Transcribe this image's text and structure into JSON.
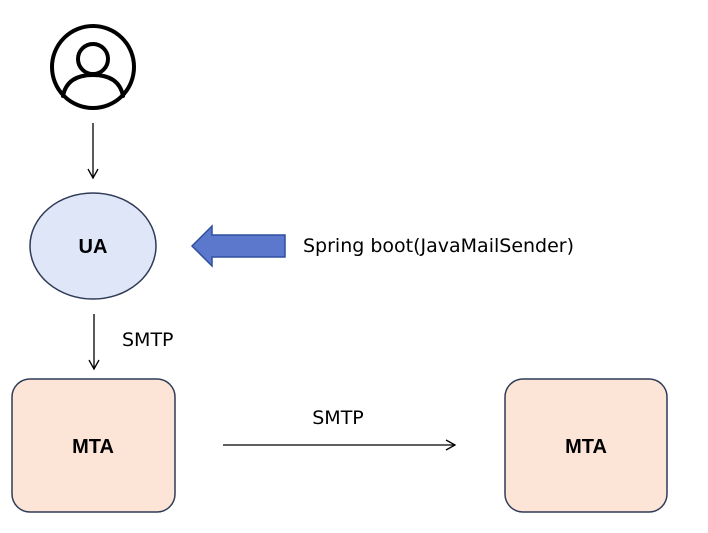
{
  "nodes": {
    "user": {
      "icon": "user-icon"
    },
    "ua": {
      "label": "UA"
    },
    "mta_left": {
      "label": "MTA"
    },
    "mta_right": {
      "label": "MTA"
    }
  },
  "edges": {
    "ua_to_mta": {
      "label": "SMTP"
    },
    "mta_to_mta": {
      "label": "SMTP"
    }
  },
  "annotation": {
    "label": "Spring boot(JavaMailSender)"
  },
  "colors": {
    "ua_fill": "#dee6f7",
    "ua_stroke": "#2f3b57",
    "mta_fill": "#fce4d6",
    "mta_stroke": "#2f3b57",
    "block_arrow_fill": "#5b78cc",
    "block_arrow_stroke": "#2f4f9e",
    "line": "#000000"
  }
}
